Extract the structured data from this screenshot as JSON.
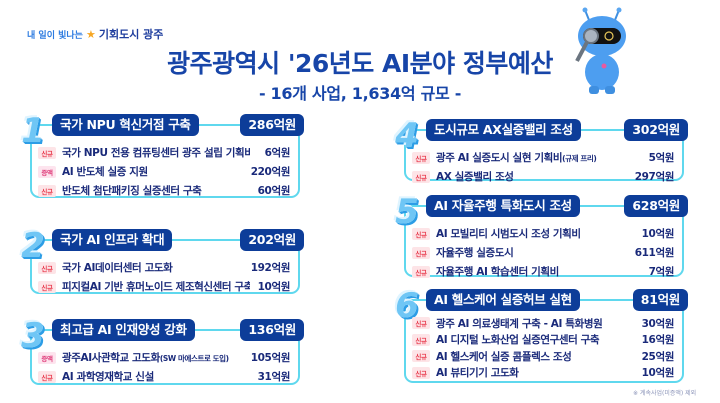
{
  "header": {
    "slogan_prefix": "내 일이 빛나는",
    "slogan_city": "기회도시 광주",
    "title": "광주광역시 '26년도 AI분야 정부예산",
    "subtitle": "- 16개 사업, 1,634억 규모 -"
  },
  "colors": {
    "primary": "#0d3d99",
    "title": "#1745a8",
    "card_border": "#5fd8ee",
    "tag_new": "#e8384b",
    "tag_increase": "#e0427e"
  },
  "cards": [
    {
      "num": "1",
      "title": "국가 NPU 혁신거점 구축",
      "total": "286억원",
      "rows": [
        {
          "tag": "신규",
          "name": "국가 NPU 전용 컴퓨팅센터 광주 설립 기획비",
          "note": "",
          "amount": "6억원"
        },
        {
          "tag": "증액",
          "name": "AI 반도체 실증 지원",
          "note": "",
          "amount": "220억원"
        },
        {
          "tag": "신규",
          "name": "반도체 첨단패키징 실증센터 구축",
          "note": "",
          "amount": "60억원"
        }
      ]
    },
    {
      "num": "2",
      "title": "국가 AI 인프라 확대",
      "total": "202억원",
      "rows": [
        {
          "tag": "신규",
          "name": "국가 AI데이터센터 고도화",
          "note": "",
          "amount": "192억원"
        },
        {
          "tag": "신규",
          "name": "피지컬AI 기반 휴머노이드 제조혁신센터 구축",
          "note": "",
          "amount": "10억원"
        }
      ]
    },
    {
      "num": "3",
      "title": "최고급 AI 인재양성 강화",
      "total": "136억원",
      "rows": [
        {
          "tag": "증액",
          "name": "광주AI사관학교 고도화",
          "note": "(SW 마에스트로 도입)",
          "amount": "105억원"
        },
        {
          "tag": "신규",
          "name": "AI 과학영재학교 신설",
          "note": "",
          "amount": "31억원"
        }
      ]
    },
    {
      "num": "4",
      "title": "도시규모 AX실증밸리 조성",
      "total": "302억원",
      "rows": [
        {
          "tag": "신규",
          "name": "광주 AI 실증도시 실현 기획비",
          "note": "(규제 프리)",
          "amount": "5억원"
        },
        {
          "tag": "신규",
          "name": "AX 실증밸리 조성",
          "note": "",
          "amount": "297억원"
        }
      ]
    },
    {
      "num": "5",
      "title": "AI 자율주행 특화도시 조성",
      "total": "628억원",
      "rows": [
        {
          "tag": "신규",
          "name": "AI 모빌리티 시범도시 조성 기획비",
          "note": "",
          "amount": "10억원"
        },
        {
          "tag": "신규",
          "name": "자율주행 실증도시",
          "note": "",
          "amount": "611억원"
        },
        {
          "tag": "신규",
          "name": "자율주행 AI 학습센터 기획비",
          "note": "",
          "amount": "7억원"
        }
      ]
    },
    {
      "num": "6",
      "title": "AI 헬스케어 실증허브 실현",
      "total": "81억원",
      "rows": [
        {
          "tag": "신규",
          "name": "광주 AI 의료생태계 구축 - AI 특화병원",
          "note": "",
          "amount": "30억원"
        },
        {
          "tag": "신규",
          "name": "AI 디지털 노화산업 실증연구센터 구축",
          "note": "",
          "amount": "16억원"
        },
        {
          "tag": "신규",
          "name": "AI 헬스케어 실증 콤플렉스 조성",
          "note": "",
          "amount": "25억원"
        },
        {
          "tag": "신규",
          "name": "AI 뷰티기기 고도화",
          "note": "",
          "amount": "10억원"
        }
      ]
    }
  ],
  "footnote": "※ 계속사업(미증액) 제외"
}
